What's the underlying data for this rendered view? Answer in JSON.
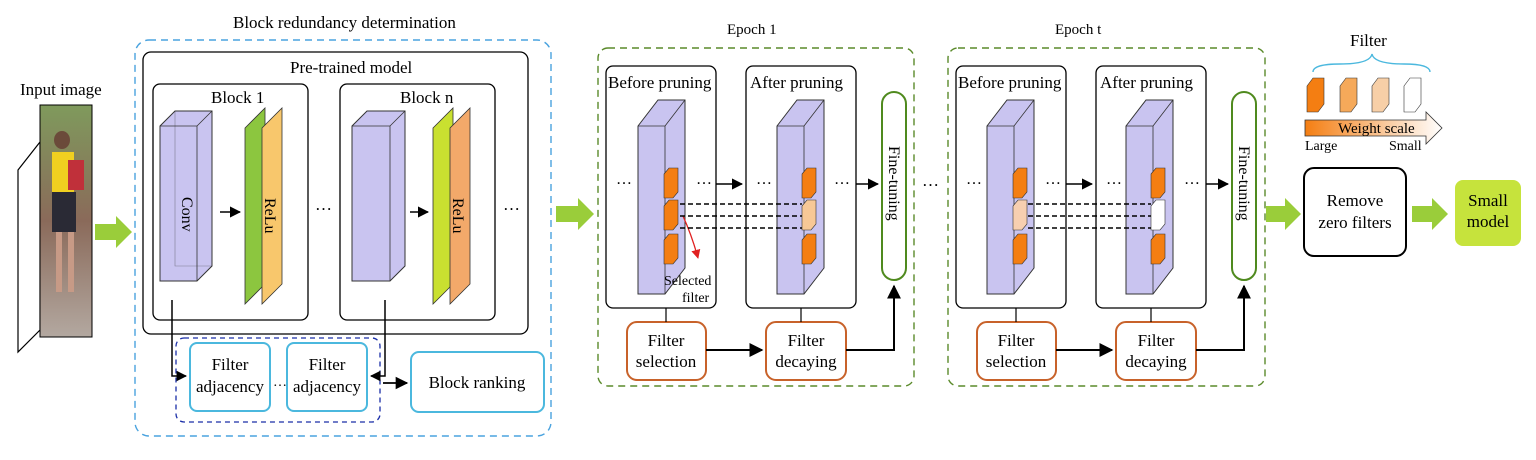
{
  "input_image_label": "Input image",
  "block_redundancy": {
    "title": "Block redundancy determination",
    "pretrained_label": "Pre-trained model",
    "block1_label": "Block 1",
    "blockn_label": "Block n",
    "conv_label": "Conv",
    "relu_label": "ReLu",
    "ellipsis": "…",
    "filter_adjacency_line1": "Filter",
    "filter_adjacency_line2": "adjacency",
    "block_ranking_label": "Block ranking"
  },
  "epochs": [
    {
      "title": "Epoch 1",
      "before_label": "Before pruning",
      "after_label": "After pruning",
      "finetune_label": "Fine-tuning",
      "selection_line1": "Filter",
      "selection_line2": "selection",
      "decaying_line1": "Filter",
      "decaying_line2": "decaying",
      "selected_line1": "Selected",
      "selected_line2": "filter"
    },
    {
      "title": "Epoch t",
      "before_label": "Before pruning",
      "after_label": "After pruning",
      "finetune_label": "Fine-tuning",
      "selection_line1": "Filter",
      "selection_line2": "selection",
      "decaying_line1": "Filter",
      "decaying_line2": "decaying"
    }
  ],
  "legend": {
    "filter_label": "Filter",
    "weight_scale_label": "Weight scale",
    "large_label": "Large",
    "small_label": "Small"
  },
  "remove_line1": "Remove",
  "remove_line2": "zero filters",
  "small_model_line1": "Small",
  "small_model_line2": "model",
  "colors": {
    "dashed_blue": "#4aa3df",
    "dashed_green": "#5a8a2a",
    "dashed_navy": "#1a2ea8",
    "box_cyan": "#4bb8de",
    "box_orange": "#c8622a",
    "box_green": "#4f8a1e",
    "conv_fill": "#c9c4f0",
    "relu_yellow": "#f8c76c",
    "relu_orange": "#f3a96a",
    "green_sheet": "#8cc63f",
    "filter_strong": "#f47e12",
    "filter_mid": "#f5a95a",
    "filter_light": "#f7cfa7",
    "arrow_green": "#9acd3a",
    "small_model_fill": "#c6e33c"
  }
}
